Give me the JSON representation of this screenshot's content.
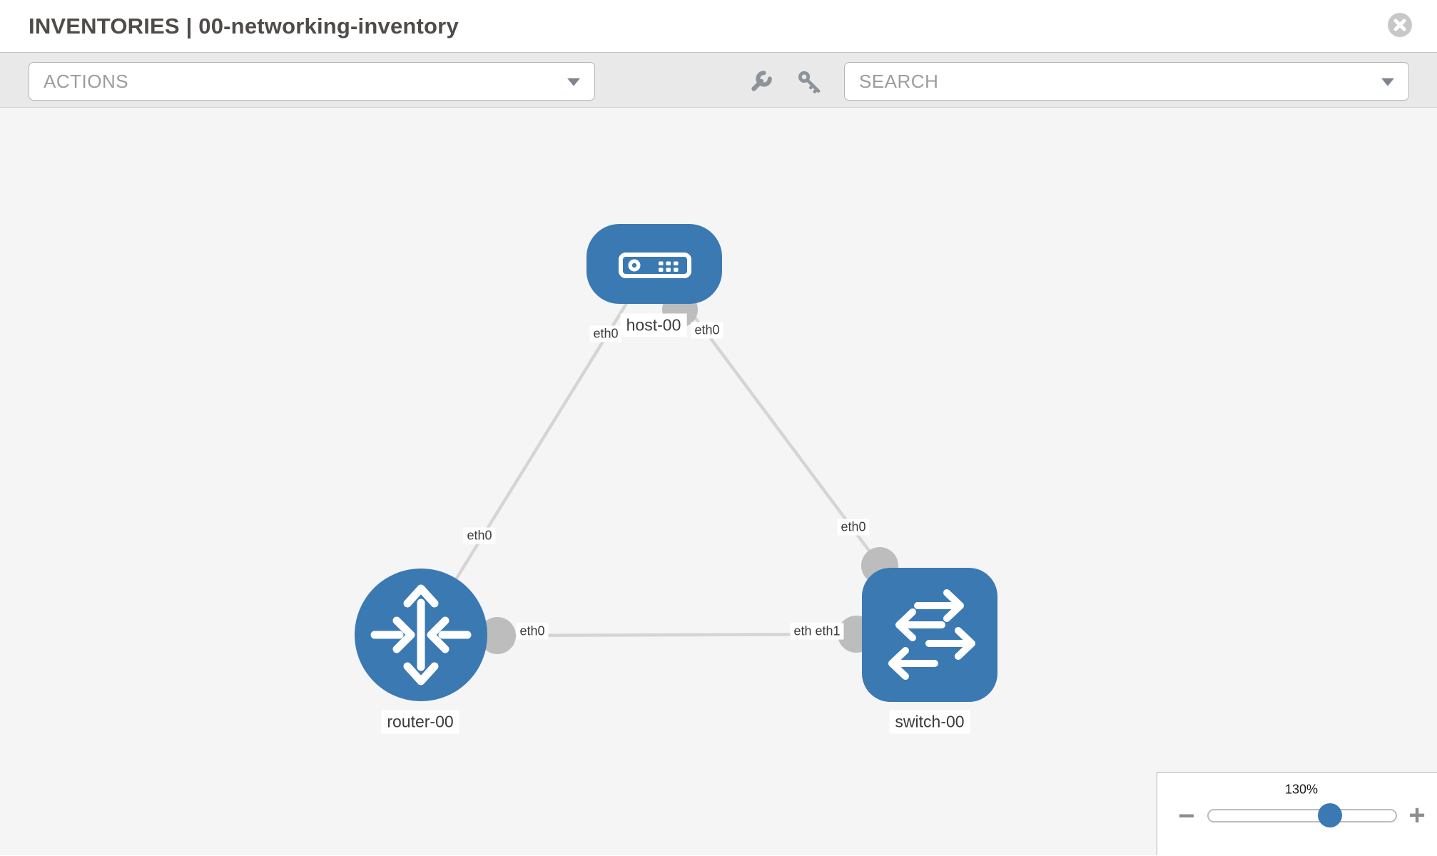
{
  "header": {
    "title": "INVENTORIES | 00-networking-inventory"
  },
  "toolbar": {
    "actions_label": "ACTIONS",
    "search_label": "SEARCH",
    "icons": [
      "wrench-icon",
      "key-icon",
      "caret-down-icon"
    ]
  },
  "canvas": {
    "nodes": [
      {
        "id": "host-00",
        "type": "host",
        "label": "host-00"
      },
      {
        "id": "router-00",
        "type": "router",
        "label": "router-00"
      },
      {
        "id": "switch-00",
        "type": "switch",
        "label": "switch-00"
      }
    ],
    "links": [
      {
        "from": "host-00",
        "to": "router-00",
        "from_interface": "eth0",
        "to_interface": "eth0"
      },
      {
        "from": "host-00",
        "to": "switch-00",
        "from_interface": "eth0",
        "to_interface": "eth0"
      },
      {
        "from": "router-00",
        "to": "switch-00",
        "from_interface": "eth0",
        "to_interface": "eth1",
        "to_interface_overlap": "eth1"
      }
    ]
  },
  "zoom_control": {
    "value": "130%",
    "percent": 130,
    "minus_label": "−",
    "plus_label": "+"
  },
  "colors": {
    "node_blue": "#3a79b2",
    "link_gray": "#d5d5d5",
    "stub_gray": "#bdbdbd",
    "toolbar_bg": "#e9e9e9",
    "canvas_bg": "#f5f5f5",
    "title_color": "#4f4b49",
    "muted_text": "#9c9c9c"
  }
}
